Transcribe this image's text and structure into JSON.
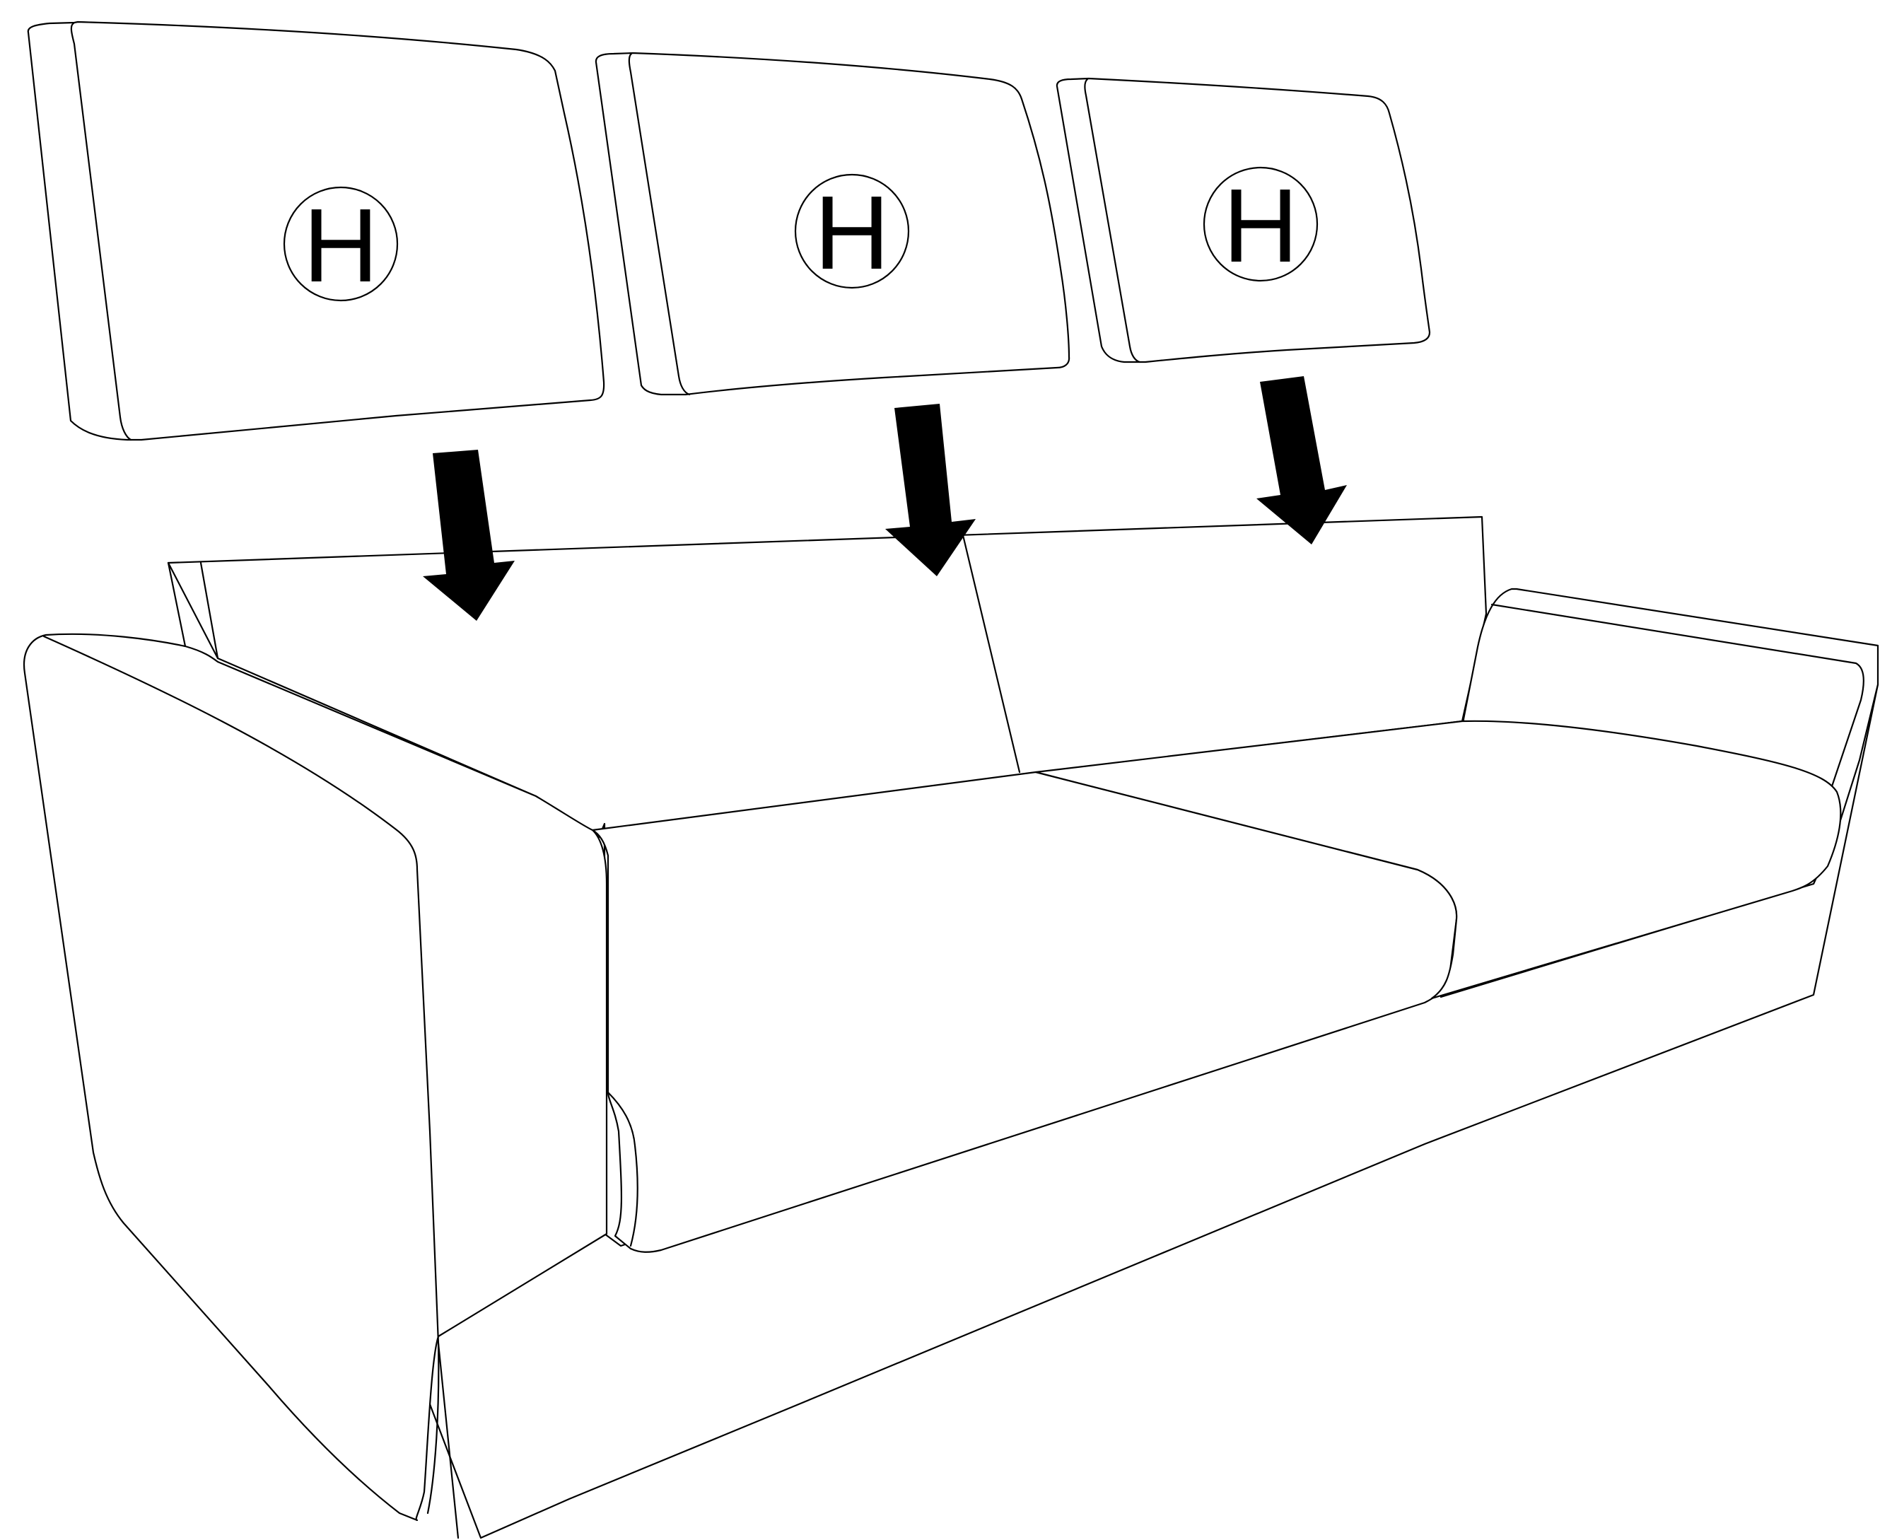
{
  "diagram": {
    "cushion_labels": [
      "H",
      "H",
      "H"
    ]
  }
}
